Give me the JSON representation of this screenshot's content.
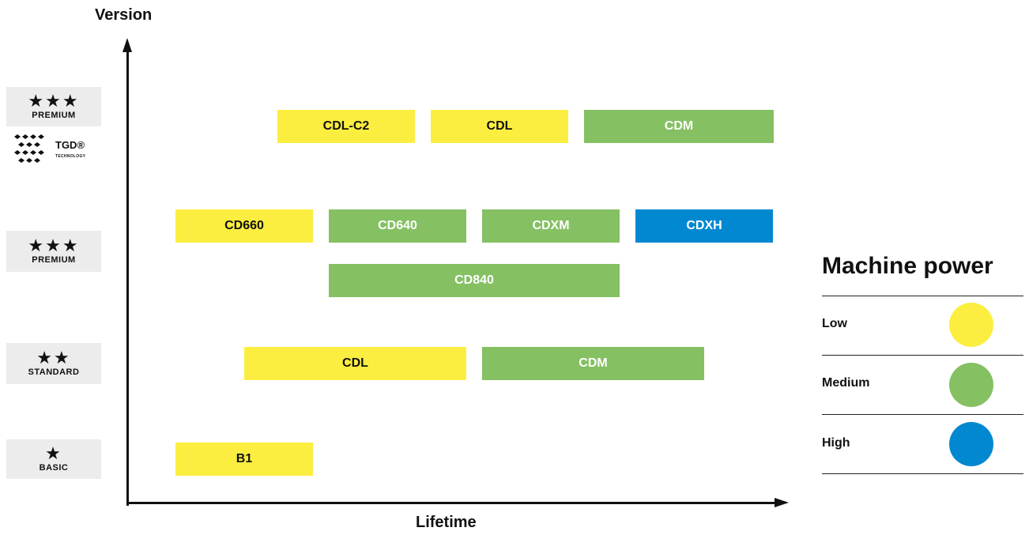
{
  "chart_data": {
    "type": "timeline",
    "xlabel": "Lifetime",
    "ylabel": "Version",
    "tiers": [
      {
        "stars": "★★★",
        "label": "PREMIUM",
        "logo": "TGD®",
        "logo_sub": "TECHNOLOGY"
      },
      {
        "stars": "★★★",
        "label": "PREMIUM"
      },
      {
        "stars": "★★",
        "label": "STANDARD"
      },
      {
        "stars": "★",
        "label": "BASIC"
      }
    ],
    "bars": [
      {
        "label": "CDL-C2",
        "power": "low",
        "tier": "PREMIUM TGD"
      },
      {
        "label": "CDL",
        "power": "low",
        "tier": "PREMIUM TGD"
      },
      {
        "label": "CDM",
        "power": "medium",
        "tier": "PREMIUM TGD"
      },
      {
        "label": "CD660",
        "power": "low",
        "tier": "PREMIUM"
      },
      {
        "label": "CD640",
        "power": "medium",
        "tier": "PREMIUM"
      },
      {
        "label": "CDXM",
        "power": "medium",
        "tier": "PREMIUM"
      },
      {
        "label": "CDXH",
        "power": "high",
        "tier": "PREMIUM"
      },
      {
        "label": "CD840",
        "power": "medium",
        "tier": "PREMIUM"
      },
      {
        "label": "CDL",
        "power": "low",
        "tier": "STANDARD"
      },
      {
        "label": "CDM",
        "power": "medium",
        "tier": "STANDARD"
      },
      {
        "label": "B1",
        "power": "low",
        "tier": "BASIC"
      }
    ],
    "legend": {
      "title": "Machine power",
      "items": [
        {
          "label": "Low",
          "color": "#fcee40"
        },
        {
          "label": "Medium",
          "color": "#85c063"
        },
        {
          "label": "High",
          "color": "#0288d1"
        }
      ]
    }
  }
}
